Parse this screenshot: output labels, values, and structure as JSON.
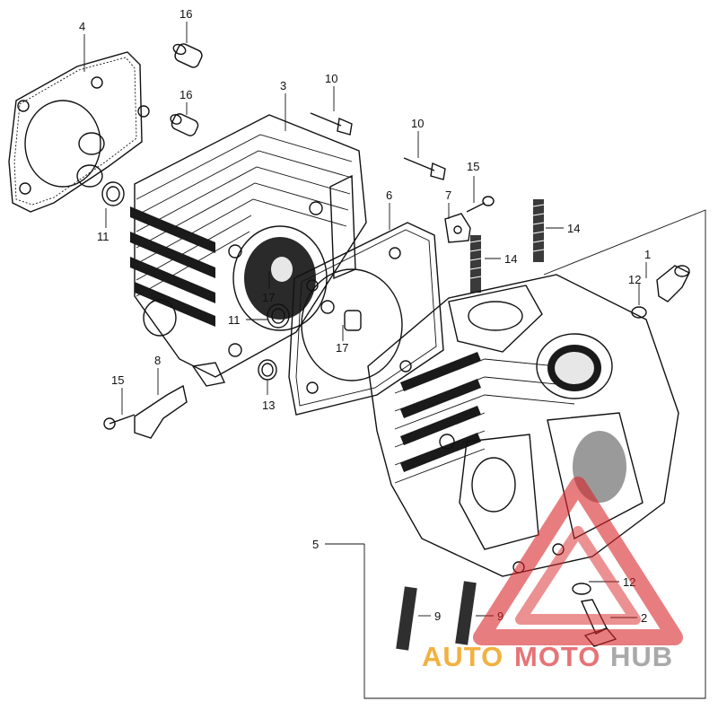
{
  "callouts": {
    "c1": "1",
    "c2": "2",
    "c3": "3",
    "c4": "4",
    "c5": "5",
    "c6": "6",
    "c7": "7",
    "c8": "8",
    "c9a": "9",
    "c9b": "9",
    "c10a": "10",
    "c10b": "10",
    "c11a": "11",
    "c11b": "11",
    "c12a": "12",
    "c12b": "12",
    "c13": "13",
    "c14a": "14",
    "c14b": "14",
    "c15a": "15",
    "c15b": "15",
    "c16a": "16",
    "c16b": "16",
    "c17a": "17",
    "c17b": "17"
  },
  "watermark": {
    "part1": "AUTO",
    "part2": "MOTO",
    "part3": "HUB",
    "colors": {
      "orange": "#f0a41e",
      "red": "#d9262a",
      "gray": "#9b9b9b"
    }
  }
}
